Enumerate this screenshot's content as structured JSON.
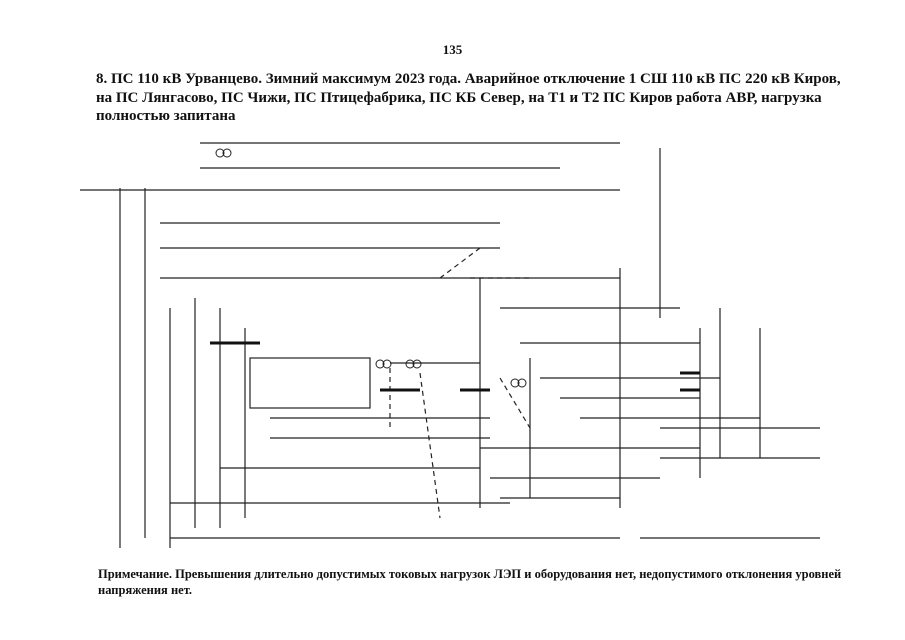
{
  "page": {
    "number": "135",
    "title": "8. ПС 110 кВ Урванцево. Зимний максимум 2023 года. Аварийное отключение 1 СШ 110 кВ ПС 220 кВ Киров, на ПС Лянгасово, ПС Чижи, ПС Птицефабрика, ПС КБ Север, на Т1 и Т2 ПС Киров работа АВР, нагрузка полностью запитана",
    "note": "Примечание. Превышения длительно допустимых токовых нагрузок ЛЭП и оборудования нет, недопустимого отклонения уровней напряжения нет."
  }
}
